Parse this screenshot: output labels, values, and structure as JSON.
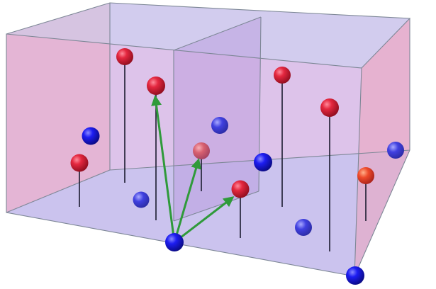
{
  "figure": {
    "colors": {
      "background": "#ffffff",
      "box_face_side": "#e7a9c8",
      "box_face_back": "#cfa0df",
      "box_face_floor": "#b7b8ef",
      "box_face_top": "#c9d1f2",
      "box_edge": "#7f8a9a",
      "red_sphere": "#d0122e",
      "blue_sphere": "#1414e0",
      "arrow": "#2f9a3a",
      "stem": "#1b1b2f"
    },
    "red_sphere_count": 8,
    "blue_sphere_count": 8,
    "arrow_count": 3
  }
}
